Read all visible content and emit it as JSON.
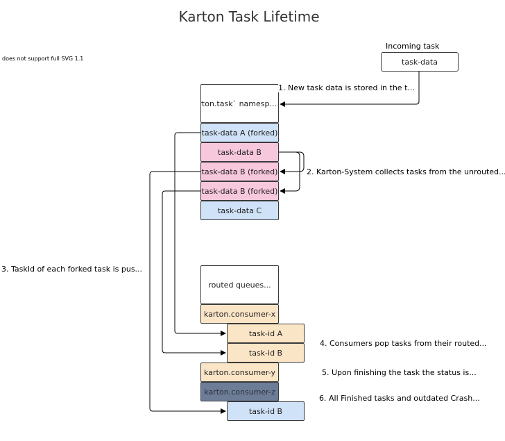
{
  "title": "Karton Task Lifetime",
  "svg_warning": "does not support full SVG 1.1",
  "incoming": {
    "label": "Incoming task",
    "box": "task-data"
  },
  "namespace": {
    "label": "`karton.task` namesp..."
  },
  "tasks": {
    "a_forked": "task-data A (forked)",
    "b": "task-data B",
    "b_forked_1": "task-data B (forked)",
    "b_forked_2": "task-data B (forked)",
    "c": "task-data C"
  },
  "routed": {
    "label": "routed queues..."
  },
  "consumers": {
    "x": "karton.consumer-x",
    "y": "karton.consumer-y",
    "z": "karton.consumer-z"
  },
  "task_ids": {
    "a": "task-id A",
    "b1": "task-id B",
    "b2": "task-id B"
  },
  "steps": {
    "s1": "1. New task data is stored in the t...",
    "s2": "2. Karton-System collects tasks from the unrouted...",
    "s3": "3. TaskId of each forked task is pus...",
    "s4": "4. Consumers pop tasks from their routed...",
    "s5": "5. Upon finishing the task the status is...",
    "s6": "6. All Finished tasks and outdated Crash..."
  },
  "colors": {
    "blue": "#cfe2f7",
    "pink": "#f7c7dc",
    "orange": "#fbe5c7",
    "slate": "#6d7d97",
    "line": "#000000"
  }
}
